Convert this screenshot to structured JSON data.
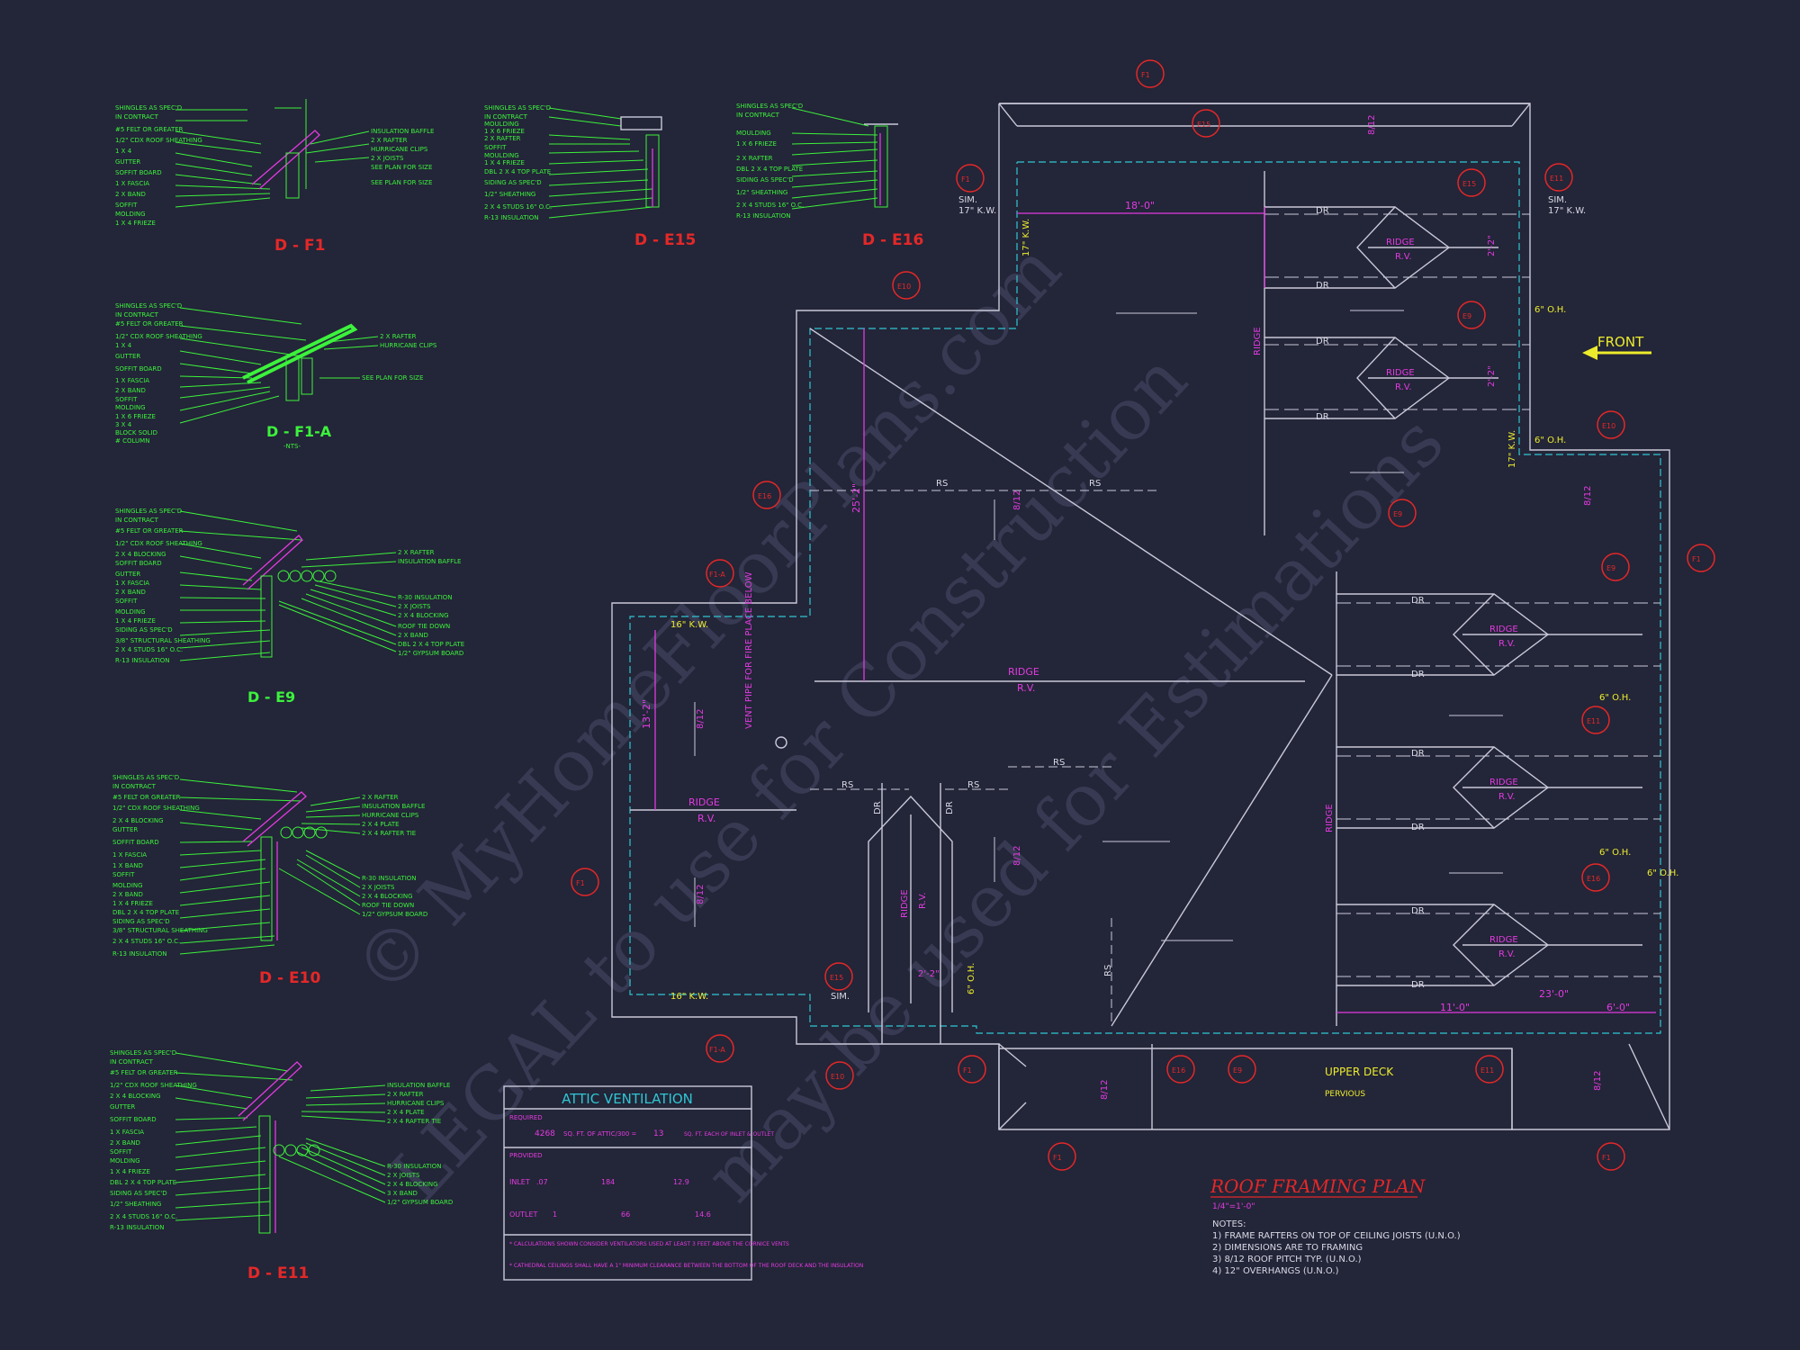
{
  "watermark": {
    "line1": "© MyHomeFloorPlans.com",
    "line2": "LEGAL to use for Construction",
    "line3": "may be used for Estimations"
  },
  "details": [
    {
      "id": "d-f1",
      "title": "D - F1",
      "labels": [
        "SHINGLES AS SPEC'D",
        "IN CONTRACT",
        "#5 FELT OR GREATER",
        "1/2\" CDX ROOF SHEATHING",
        "1 X 4",
        "GUTTER",
        "SOFFIT BOARD",
        "1 X  FASCIA",
        "2 X  BAND",
        "SOFFIT",
        "MOLDING",
        "1 X 4 FRIEZE"
      ],
      "right_labels": [
        "INSULATION BAFFLE",
        "2 X  RAFTER",
        "HURRICANE CLIPS",
        "2 X  JOISTS",
        "SEE PLAN FOR SIZE",
        "SEE PLAN FOR SIZE"
      ]
    },
    {
      "id": "d-e15",
      "title": "D - E15",
      "labels": [
        "SHINGLES AS SPEC'D",
        "IN CONTRACT",
        "MOULDING",
        "1 X 6 FRIEZE",
        "2 X  RAFTER",
        "SOFFIT",
        "MOULDING",
        "1 X 4 FRIEZE",
        "DBL 2 X 4 TOP PLATE",
        "SIDING AS SPEC'D",
        "1/2\" SHEATHING",
        "2 X 4 STUDS 16\" O.C.",
        "R-13 INSULATION"
      ],
      "right_labels": []
    },
    {
      "id": "d-e16",
      "title": "D - E16",
      "labels": [
        "SHINGLES AS SPEC'D",
        "IN CONTRACT",
        "MOULDING",
        "1 X 6 FRIEZE",
        "2 X  RAFTER",
        "DBL 2 X 4 TOP PLATE",
        "SIDING AS SPEC'D",
        "1/2\" SHEATHING",
        "2 X 4 STUDS 16\" O.C.",
        "R-13 INSULATION"
      ],
      "right_labels": []
    },
    {
      "id": "d-f1a",
      "title": "D - F1-A",
      "subtitle": "-NTS-",
      "labels": [
        "SHINGLES AS SPEC'D",
        "IN CONTRACT",
        "#5 FELT OR GREATER",
        "1/2\" CDX ROOF SHEATHING",
        "1 X 4",
        "GUTTER",
        "SOFFIT BOARD",
        "1 X  FASCIA",
        "2 X  BAND",
        "SOFFIT",
        "MOLDING",
        "1 X 6 FRIEZE",
        "3 X 4",
        "BLOCK SOLID",
        "# COLUMN"
      ],
      "right_labels": [
        "2 X  RAFTER",
        "HURRICANE CLIPS",
        "SEE PLAN FOR SIZE"
      ]
    },
    {
      "id": "d-e9",
      "title": "D - E9",
      "labels": [
        "SHINGLES AS SPEC'D",
        "IN CONTRACT",
        "#5 FELT OR GREATER",
        "1/2\" CDX ROOF SHEATHING",
        "2 X 4 BLOCKING",
        "SOFFIT BOARD",
        "GUTTER",
        "1 X  FASCIA",
        "2 X  BAND",
        "SOFFIT",
        "MOLDING",
        "1 X 4 FRIEZE",
        "SIDING AS SPEC'D",
        "3/8\" STRUCTURAL SHEATHING",
        "2 X 4 STUDS 16\" O.C.",
        "R-13 INSULATION"
      ],
      "right_labels": [
        "2 X  RAFTER",
        "INSULATION BAFFLE",
        "R-30 INSULATION",
        "2 X  JOISTS",
        "2 X 4 BLOCKING",
        "ROOF TIE DOWN",
        "2 X  BAND",
        "DBL 2 X 4 TOP PLATE",
        "1/2\" GYPSUM BOARD"
      ]
    },
    {
      "id": "d-e10",
      "title": "D - E10",
      "labels": [
        "SHINGLES AS SPEC'D",
        "IN CONTRACT",
        "#5 FELT OR GREATER",
        "1/2\" CDX ROOF SHEATHING",
        "2 X 4 BLOCKING",
        "GUTTER",
        "SOFFIT BOARD",
        "1 X  FASCIA",
        "1 X  BAND",
        "SOFFIT",
        "MOLDING",
        "2 X  BAND",
        "1 X 4 FRIEZE",
        "DBL 2 X 4 TOP PLATE",
        "SIDING AS SPEC'D",
        "3/8\" STRUCTURAL SHEATHING",
        "2 X 4 STUDS 16\" O.C.",
        "R-13 INSULATION"
      ],
      "right_labels": [
        "2 X  RAFTER",
        "INSULATION BAFFLE",
        "HURRICANE CLIPS",
        "2 X 4 PLATE",
        "2 X 4 RAFTER TIE",
        "R-30 INSULATION",
        "2 X  JOISTS",
        "2 X 4 BLOCKING",
        "ROOF TIE DOWN",
        "1/2\" GYPSUM BOARD"
      ]
    },
    {
      "id": "d-e11",
      "title": "D - E11",
      "labels": [
        "SHINGLES AS SPEC'D",
        "IN CONTRACT",
        "#5 FELT OR GREATER",
        "1/2\" CDX ROOF SHEATHING",
        "2 X 4 BLOCKING",
        "GUTTER",
        "SOFFIT BOARD",
        "1 X  FASCIA",
        "2 X  BAND",
        "SOFFIT",
        "MOLDING",
        "1 X 4 FRIEZE",
        "DBL 2 X 4 TOP PLATE",
        "SIDING AS SPEC'D",
        "1/2\" SHEATHING",
        "2 X 4 STUDS 16\" O.C.",
        "R-13 INSULATION"
      ],
      "right_labels": [
        "INSULATION BAFFLE",
        "2 X  RAFTER",
        "HURRICANE CLIPS",
        "2 X 4 PLATE",
        "2 X 4 RAFTER TIE",
        "R-30 INSULATION",
        "2 X  JOISTS",
        "2 X 4 BLOCKING",
        "3 X  BAND",
        "1/2\" GYPSUM BOARD"
      ]
    }
  ],
  "attic_ventilation": {
    "title": "ATTIC VENTILATION",
    "required_label": "REQUIRED",
    "required_value": "4268",
    "required_text": "SQ. FT. OF ATTIC/300 =",
    "required_result": "13",
    "required_unit": "SQ. FT. EACH OF INLET & OUTLET",
    "provided_label": "PROVIDED",
    "inlet_label": "INLET",
    "inlet_rate": ".07",
    "inlet_length": "184",
    "inlet_result": "12.9",
    "outlet_label": "OUTLET",
    "outlet_rate": "1",
    "outlet_length": "66",
    "outlet_result": "14.6",
    "note1": "* CALCULATIONS SHOWN CONSIDER VENTILATORS USED AT LEAST 3 FEET ABOVE THE CORNICE VENTS",
    "note2": "* CATHEDRAL CEILINGS SHALL HAVE A 1\" MINIMUM CLEARANCE BETWEEN THE BOTTOM OF THE ROOF DECK AND THE INSULATION"
  },
  "plan": {
    "title": "ROOF FRAMING PLAN",
    "scale": "1/4\"=1'-0\"",
    "notes_heading": "NOTES:",
    "notes": [
      "1)  FRAME RAFTERS ON TOP OF CEILING JOISTS (U.N.O.)",
      "2)  DIMENSIONS ARE TO FRAMING",
      "3)  8/12 ROOF PITCH TYP. (U.N.O.)",
      "4)  12\" OVERHANGS (U.N.O.)"
    ],
    "front_label": "FRONT",
    "upper_deck": "UPPER DECK",
    "upper_deck_sub": "PERVIOUS",
    "vent_note": "VENT PIPE FOR FIRE PLACE BELOW",
    "ridge": "RIDGE",
    "rv": "R.V.",
    "dr": "DR",
    "rs": "RS",
    "pitch": "8/12",
    "kw16": "16\" K.W.",
    "kw17": "17\" K.W.",
    "sim": "SIM.",
    "oh": "6\" O.H.",
    "dims": [
      "18'-0\"",
      "25'-2\"",
      "13'-2\"",
      "11'-0\"",
      "23'-0\"",
      "6'-0\"",
      "2'-2\"",
      "2'-2\"",
      "2'-2\""
    ],
    "callouts": [
      "F1",
      "E15",
      "E10",
      "F1",
      "E11",
      "E15",
      "E9",
      "E10",
      "E9",
      "E16",
      "F1-A",
      "E9",
      "F1",
      "E11",
      "E16",
      "F1",
      "E15",
      "E16",
      "F1-A",
      "F1",
      "E9",
      "E11",
      "F1"
    ]
  }
}
